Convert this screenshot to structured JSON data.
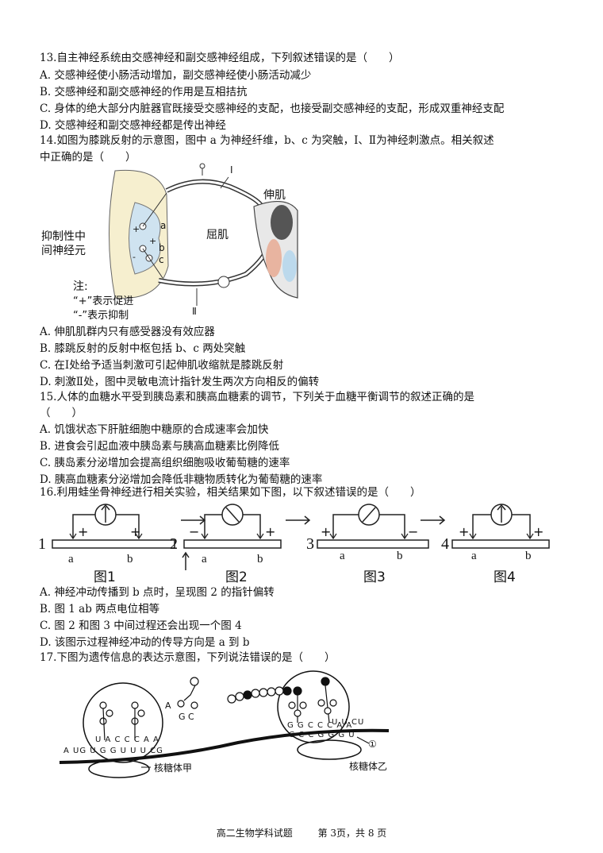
{
  "q13": {
    "stem": "13.自主神经系统由交感神经和副交感神经组成，下列叙述错误的是（　　）",
    "options": [
      "A. 交感神经使小肠活动增加，副交感神经使小肠活动减少",
      "B. 交感神经和副交感神经的作用是互相拮抗",
      "C. 身体的绝大部分内脏器官既接受交感神经的支配，也接受副交感神经的支配，形成双重神经支配",
      "D. 交感神经和副交感神经都是传出神经"
    ]
  },
  "q14": {
    "stem1": "14.如图为膝跳反射的示意图，图中 a 为神经纤维，b、c 为突触，Ⅰ、Ⅱ为神经刺激点。相关叙述",
    "stem2": "中正确的是（　　）",
    "figure": {
      "label_extensor": "伸肌",
      "label_flexor": "屈肌",
      "label_interneuron_1": "抑制性中",
      "label_interneuron_2": "间神经元",
      "label_a": "a",
      "label_b": "b",
      "label_c": "c",
      "label_I": "Ⅰ",
      "label_II": "Ⅱ",
      "note_title": "注:",
      "note_plus": "“+”表示促进",
      "note_minus": "“-”表示抑制",
      "sign_plus": "+",
      "sign_minus": "-"
    },
    "options": [
      "A. 伸肌肌群内只有感受器没有效应器",
      "B. 膝跳反射的反射中枢包括 b、c 两处突触",
      "C. 在Ⅰ处给予适当刺激可引起伸肌收缩就是膝跳反射",
      "D. 刺激Ⅱ处，图中灵敏电流计指针发生两次方向相反的偏转"
    ]
  },
  "q15": {
    "stem": "15.人体的血糖水平受到胰岛素和胰高血糖素的调节，下列关于血糖平衡调节的叙述正确的是",
    "stem2": "（　　）",
    "options": [
      "A. 饥饿状态下肝脏细胞中糖原的合成速率会加快",
      "B. 进食会引起血液中胰岛素与胰高血糖素比例降低",
      "C. 胰岛素分泌增加会提高组织细胞吸收葡萄糖的速率",
      "D. 胰高血糖素分泌增加会降低非糖物质转化为葡萄糖的速率"
    ]
  },
  "q16": {
    "stem": "16.利用蛙坐骨神经进行相关实验，相关结果如下图，以下叙述错误的是（　　）",
    "figure": {
      "panels": [
        {
          "num": "1",
          "caption": "图1",
          "a": "a",
          "b": "b",
          "left": "+",
          "right": "+"
        },
        {
          "num": "2",
          "caption": "图2",
          "a": "a",
          "b": "b",
          "left": "−",
          "right": "+"
        },
        {
          "num": "3",
          "caption": "图3",
          "a": "a",
          "b": "b",
          "left": "+",
          "right": "−"
        },
        {
          "num": "4",
          "caption": "图4",
          "a": "a",
          "b": "b",
          "left": "+",
          "right": "+"
        }
      ]
    },
    "options": [
      "A. 神经冲动传播到 b 点时，呈现图 2 的指针偏转",
      "B. 图 1 ab 两点电位相等",
      "C. 图 2 和图 3 中间过程还会出现一个图 4",
      "D. 该图示过程神经冲动的传导方向是 a 到 b"
    ]
  },
  "q17": {
    "stem": "17.下图为遗传信息的表达示意图，下列说法错误的是（　　）",
    "figure": {
      "label_ribo1": "核糖体甲",
      "label_ribo2": "核糖体乙",
      "label_circle1": "①",
      "mrna_left": "A UG U G G U U U CG",
      "anticodon_left": "U A C C C A A",
      "trna_free": "A",
      "trna_free2": "G C",
      "anticodon_right": "G G C C C A A",
      "right_top": "U U CU",
      "mrna_right": "C C C G G G U"
    }
  },
  "footer": {
    "subject": "高二生物学科试题",
    "page": "第 3页，共 8 页"
  }
}
